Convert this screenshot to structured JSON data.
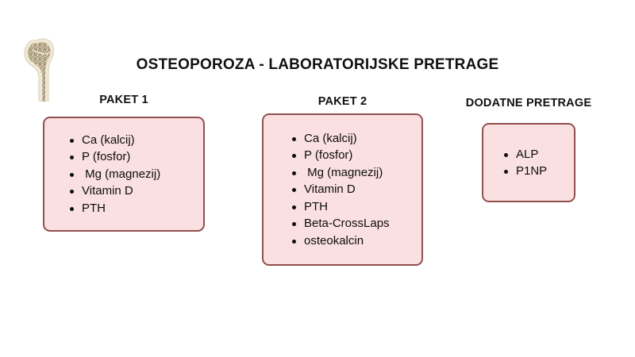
{
  "slide": {
    "title": "OSTEOPOROZA - LABORATORIJSKE PRETRAGE",
    "background_color": "#FFFFFF",
    "panel_fill_color": "#FAE0E0",
    "panel_border_color": "#91504F",
    "text_color": "#111111",
    "icon": "femur-bone-icon"
  },
  "sections": [
    {
      "id": "paket-1",
      "title": "PAKET 1",
      "items": [
        "Ca (kalcij)",
        "P (fosfor)",
        " Mg (magnezij)",
        "Vitamin D",
        "PTH"
      ]
    },
    {
      "id": "paket-2",
      "title": "PAKET 2",
      "items": [
        "Ca (kalcij)",
        "P (fosfor)",
        " Mg (magnezij)",
        "Vitamin D",
        "PTH",
        "Beta-CrossLaps",
        "osteokalcin"
      ]
    },
    {
      "id": "dodatne-pretrage",
      "title": "DODATNE PRETRAGE",
      "items": [
        "ALP",
        "P1NP"
      ]
    }
  ]
}
